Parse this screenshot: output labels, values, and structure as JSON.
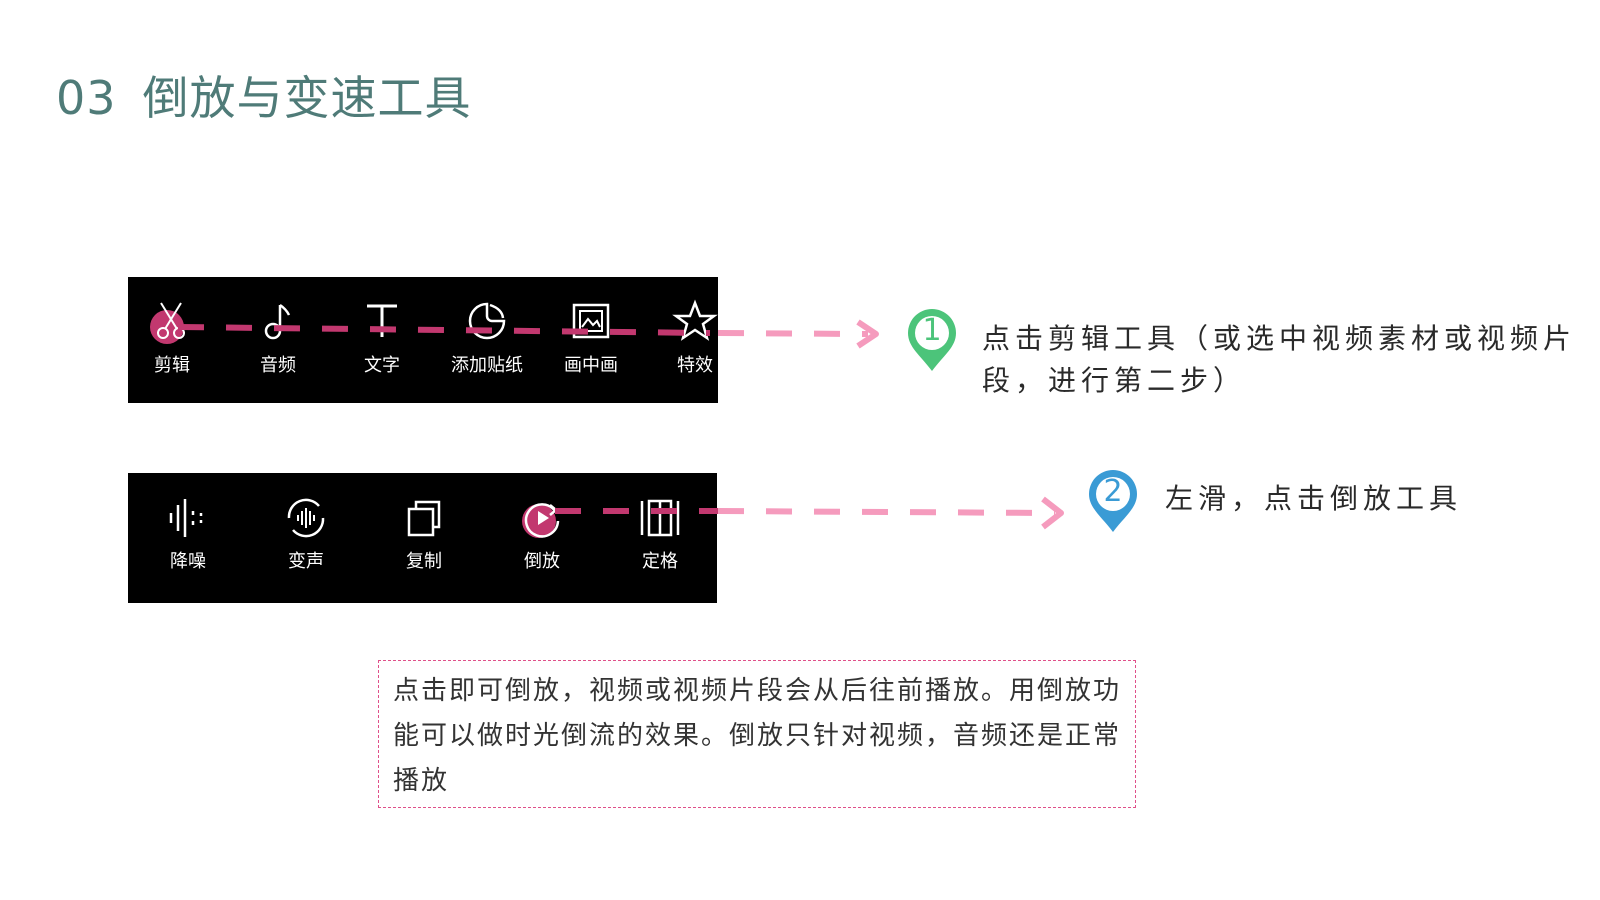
{
  "title": {
    "number": "03",
    "text": "倒放与变速工具"
  },
  "toolbar_top": {
    "items": [
      {
        "label": "剪辑",
        "icon": "scissors-icon"
      },
      {
        "label": "音频",
        "icon": "music-note-icon"
      },
      {
        "label": "文字",
        "icon": "text-icon"
      },
      {
        "label": "添加贴纸",
        "icon": "sticker-icon"
      },
      {
        "label": "画中画",
        "icon": "picture-in-picture-icon"
      },
      {
        "label": "特效",
        "icon": "star-icon"
      }
    ]
  },
  "toolbar_bottom": {
    "items": [
      {
        "label": "降噪",
        "icon": "noise-reduction-icon"
      },
      {
        "label": "变声",
        "icon": "voice-change-icon"
      },
      {
        "label": "复制",
        "icon": "copy-icon"
      },
      {
        "label": "倒放",
        "icon": "reverse-play-icon"
      },
      {
        "label": "定格",
        "icon": "freeze-frame-icon"
      }
    ]
  },
  "steps": [
    {
      "number": "1",
      "text": "点击剪辑工具（或选中视频素材或视频片段，进行第二步）",
      "color": "#4cc47a"
    },
    {
      "number": "2",
      "text": "左滑，点击倒放工具",
      "color": "#3a9bd5"
    }
  ],
  "note": {
    "text": "点击即可倒放，视频或视频片段会从后往前播放。用倒放功能可以做时光倒流的效果。倒放只针对视频，音频还是正常播放"
  },
  "colors": {
    "title": "#4f7b78",
    "arrow": "#f59bbd",
    "highlight": "#d8437a",
    "note_border": "#e0508a"
  }
}
